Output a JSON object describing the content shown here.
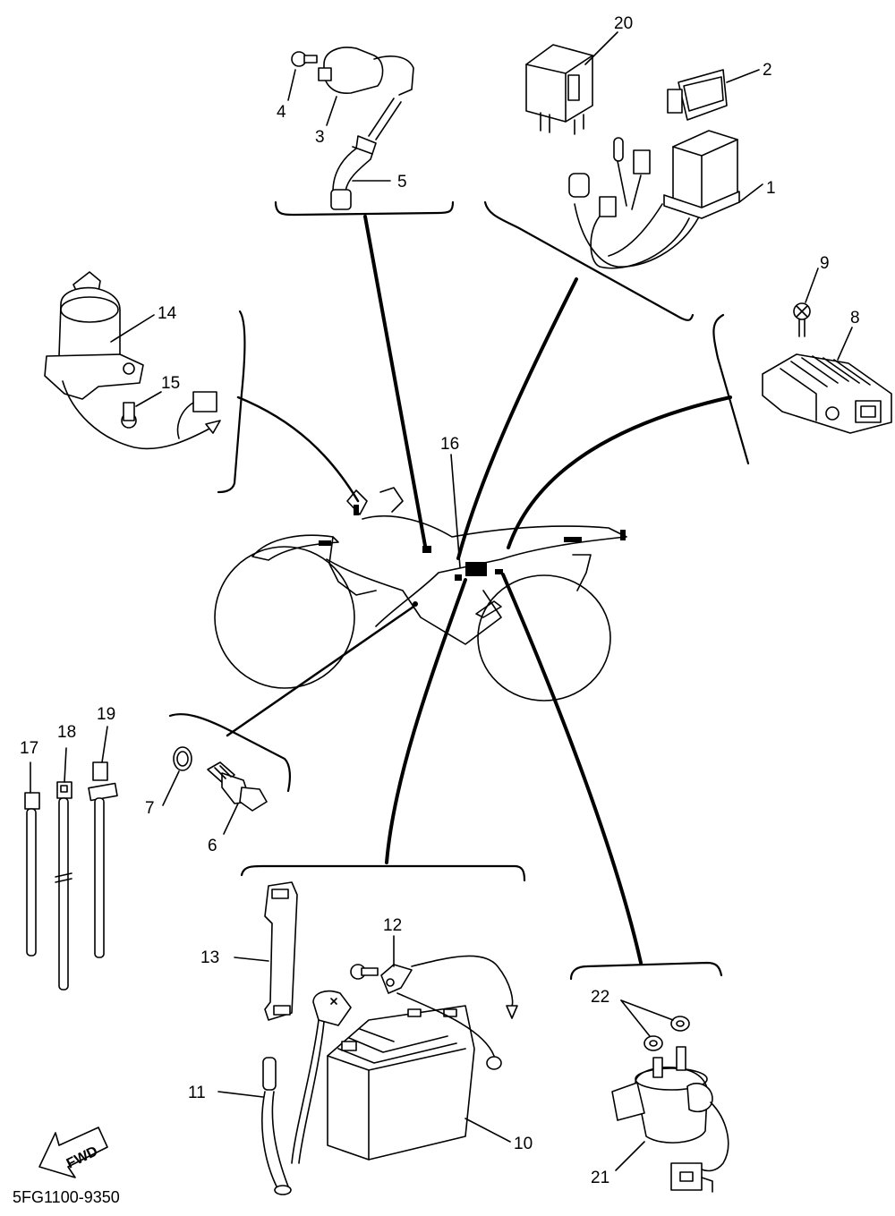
{
  "diagram_code": "5FG1100-9350",
  "direction_label": "FWD",
  "callouts": [
    {
      "id": "1",
      "label": "1"
    },
    {
      "id": "2",
      "label": "2"
    },
    {
      "id": "3",
      "label": "3"
    },
    {
      "id": "4",
      "label": "4"
    },
    {
      "id": "5",
      "label": "5"
    },
    {
      "id": "6",
      "label": "6"
    },
    {
      "id": "7",
      "label": "7"
    },
    {
      "id": "8",
      "label": "8"
    },
    {
      "id": "9",
      "label": "9"
    },
    {
      "id": "10",
      "label": "10"
    },
    {
      "id": "11",
      "label": "11"
    },
    {
      "id": "12",
      "label": "12"
    },
    {
      "id": "13",
      "label": "13"
    },
    {
      "id": "14",
      "label": "14"
    },
    {
      "id": "15",
      "label": "15"
    },
    {
      "id": "16",
      "label": "16"
    },
    {
      "id": "17",
      "label": "17"
    },
    {
      "id": "18",
      "label": "18"
    },
    {
      "id": "19",
      "label": "19"
    },
    {
      "id": "20",
      "label": "20"
    },
    {
      "id": "21",
      "label": "21"
    },
    {
      "id": "22",
      "label": "22"
    }
  ]
}
